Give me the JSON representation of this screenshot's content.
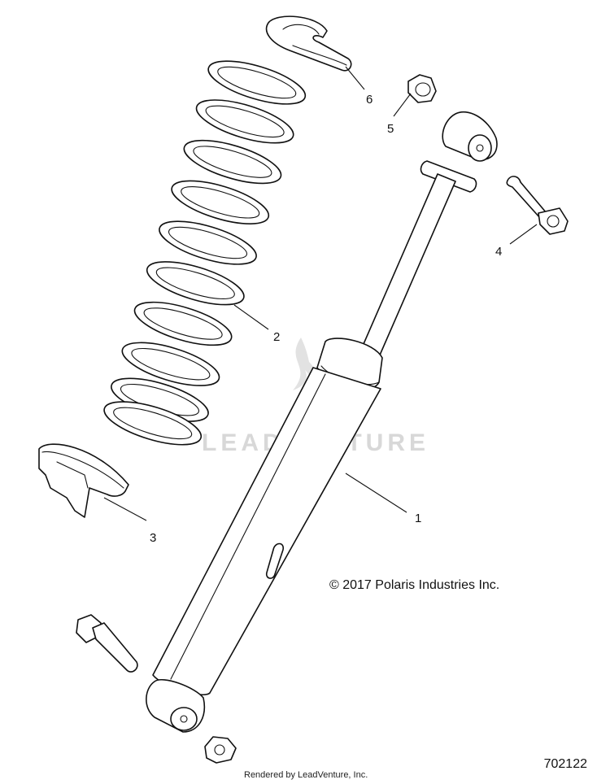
{
  "callouts": {
    "c1": "1",
    "c2": "2",
    "c3": "3",
    "c4": "4",
    "c5": "5",
    "c6": "6"
  },
  "copyright": "© 2017 Polaris Industries Inc.",
  "diagram_id": "702122",
  "rendered_by": "Rendered by LeadVenture, Inc.",
  "watermark": "LEADVENTURE",
  "icons": {
    "watermark_logo": "leadventure-flame-icon"
  },
  "colors": {
    "line": "#111111",
    "watermark": "#d8d8d8"
  }
}
